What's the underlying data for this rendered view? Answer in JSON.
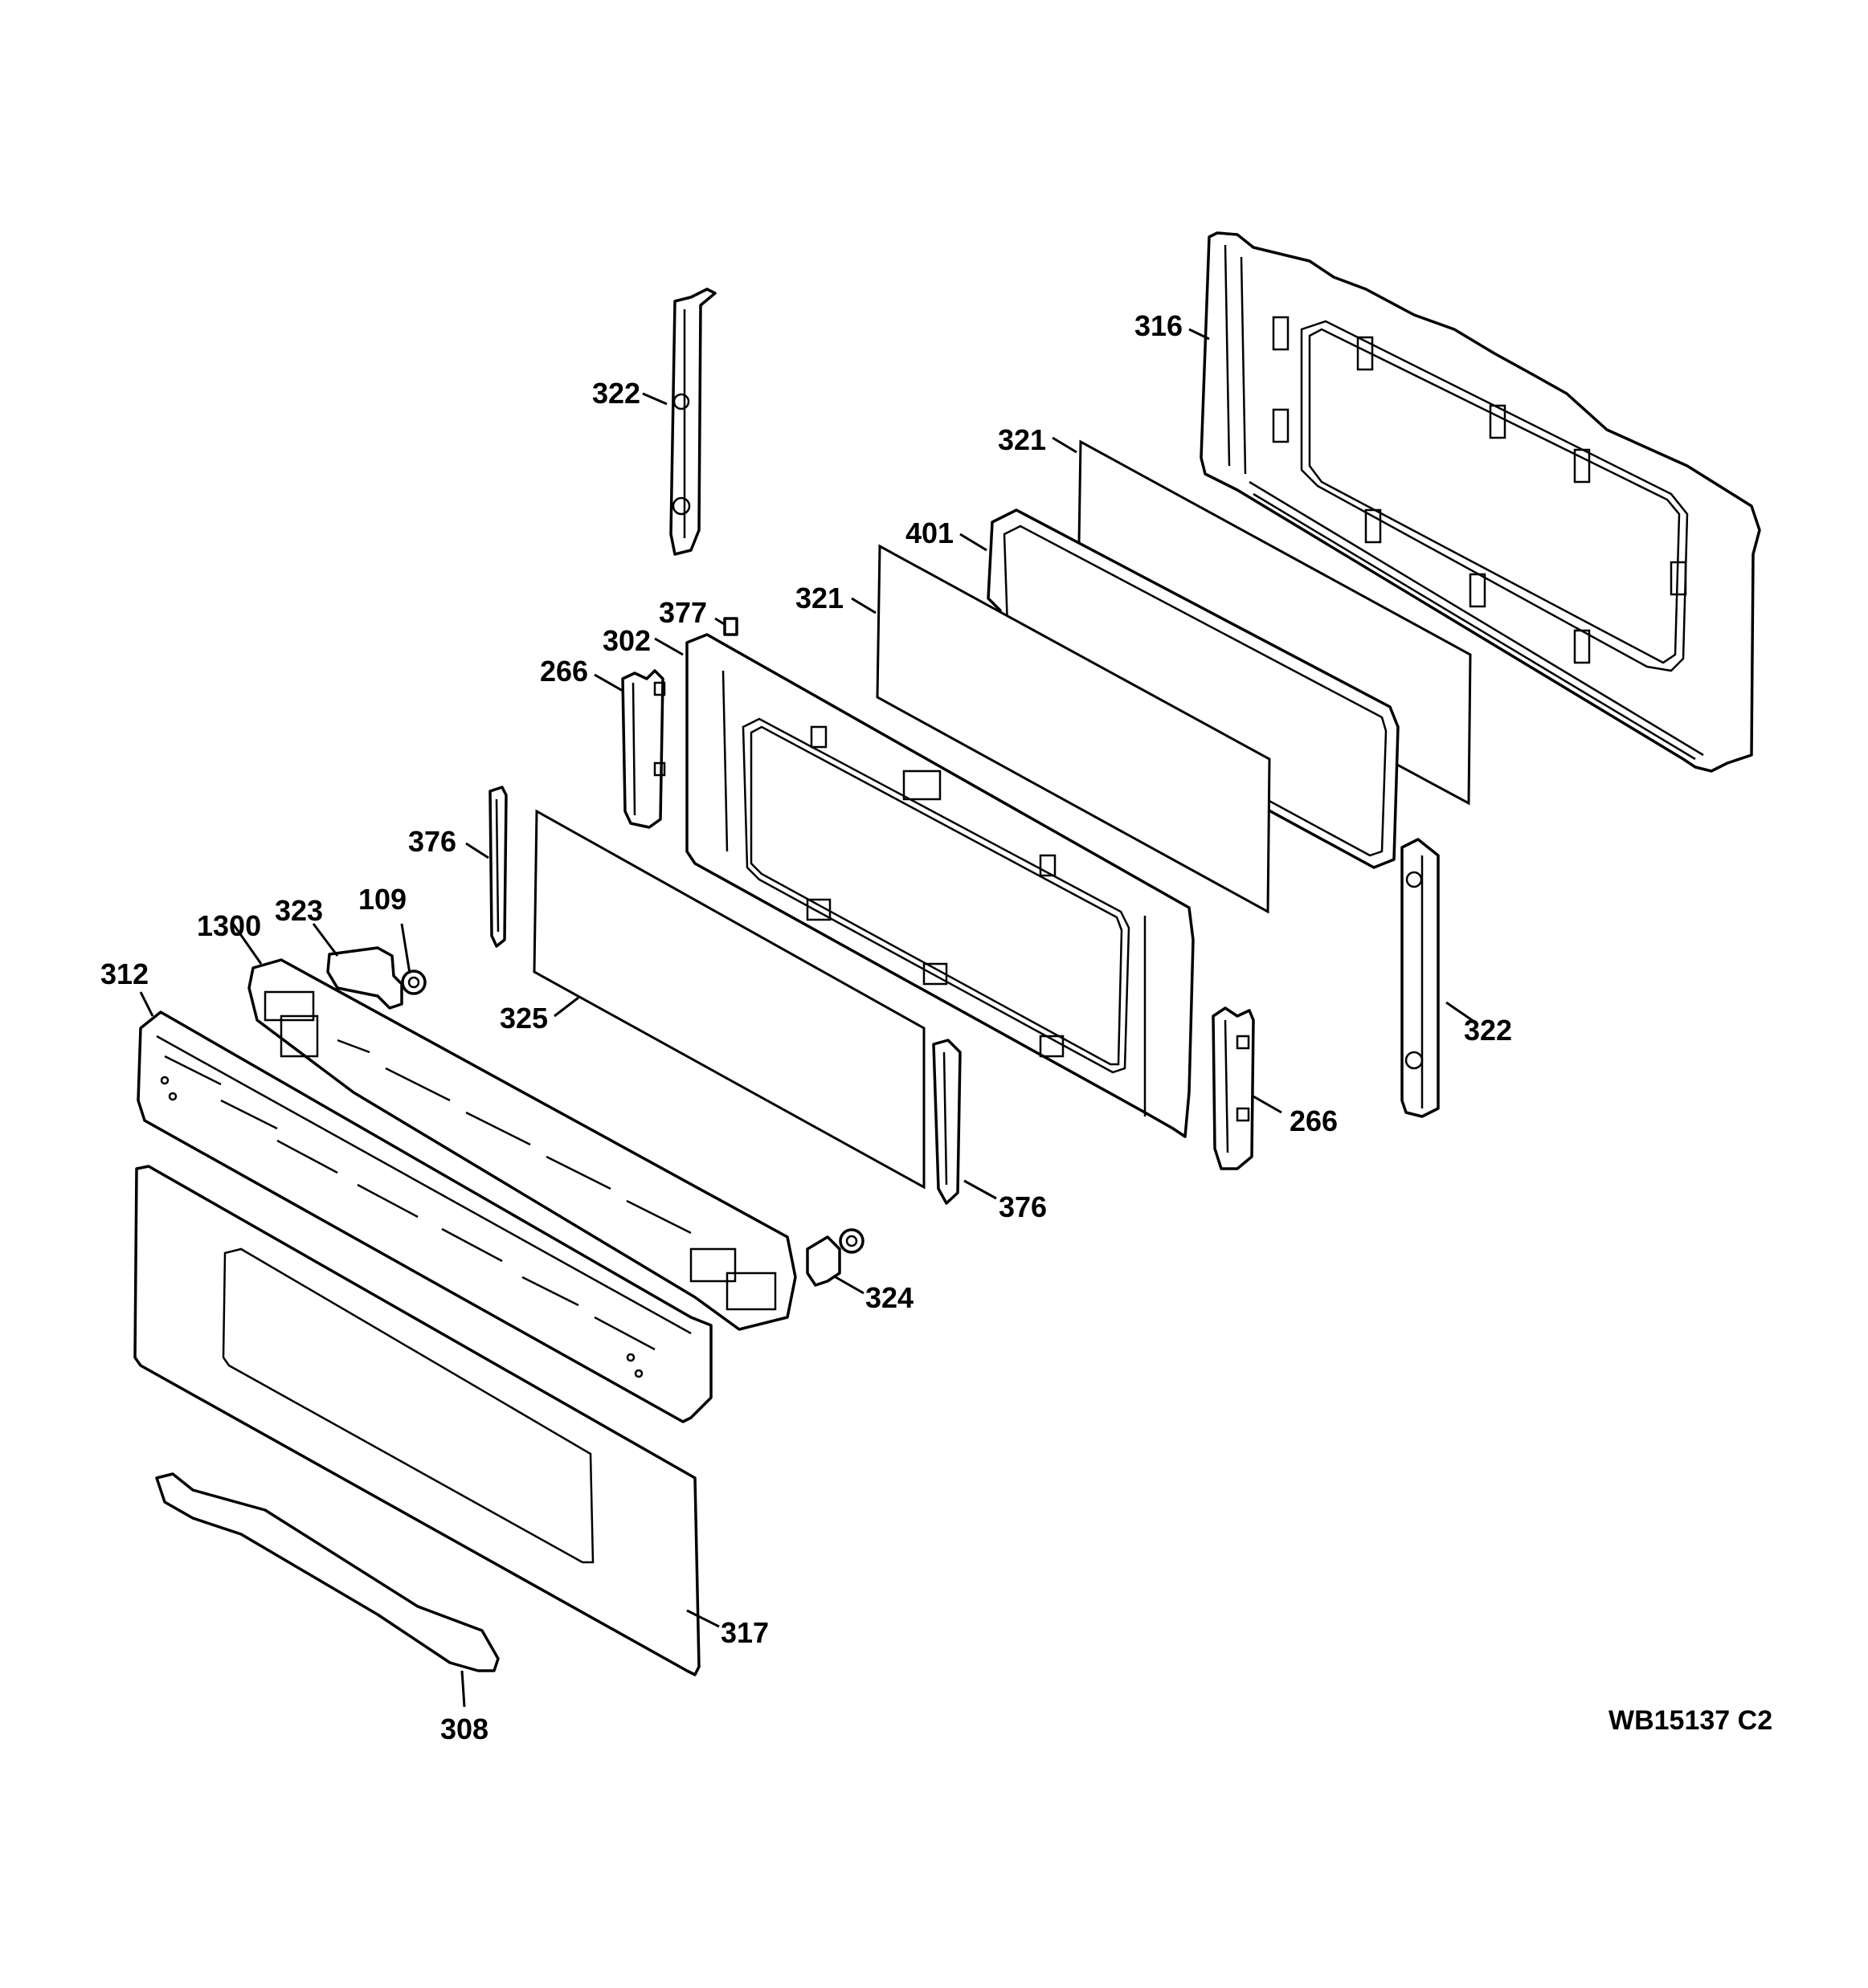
{
  "diagram_id": "WB15137 C2",
  "callouts": [
    {
      "key": "l316",
      "text": "316"
    },
    {
      "key": "l322a",
      "text": "322"
    },
    {
      "key": "l321a",
      "text": "321"
    },
    {
      "key": "l401",
      "text": "401"
    },
    {
      "key": "l321b",
      "text": "321"
    },
    {
      "key": "l377",
      "text": "377"
    },
    {
      "key": "l302",
      "text": "302"
    },
    {
      "key": "l266a",
      "text": "266"
    },
    {
      "key": "l376a",
      "text": "376"
    },
    {
      "key": "l109",
      "text": "109"
    },
    {
      "key": "l323",
      "text": "323"
    },
    {
      "key": "l1300",
      "text": "1300"
    },
    {
      "key": "l312",
      "text": "312"
    },
    {
      "key": "l325",
      "text": "325"
    },
    {
      "key": "l322b",
      "text": "322"
    },
    {
      "key": "l266b",
      "text": "266"
    },
    {
      "key": "l376b",
      "text": "376"
    },
    {
      "key": "l324",
      "text": "324"
    },
    {
      "key": "l317",
      "text": "317"
    },
    {
      "key": "l308",
      "text": "308"
    }
  ]
}
